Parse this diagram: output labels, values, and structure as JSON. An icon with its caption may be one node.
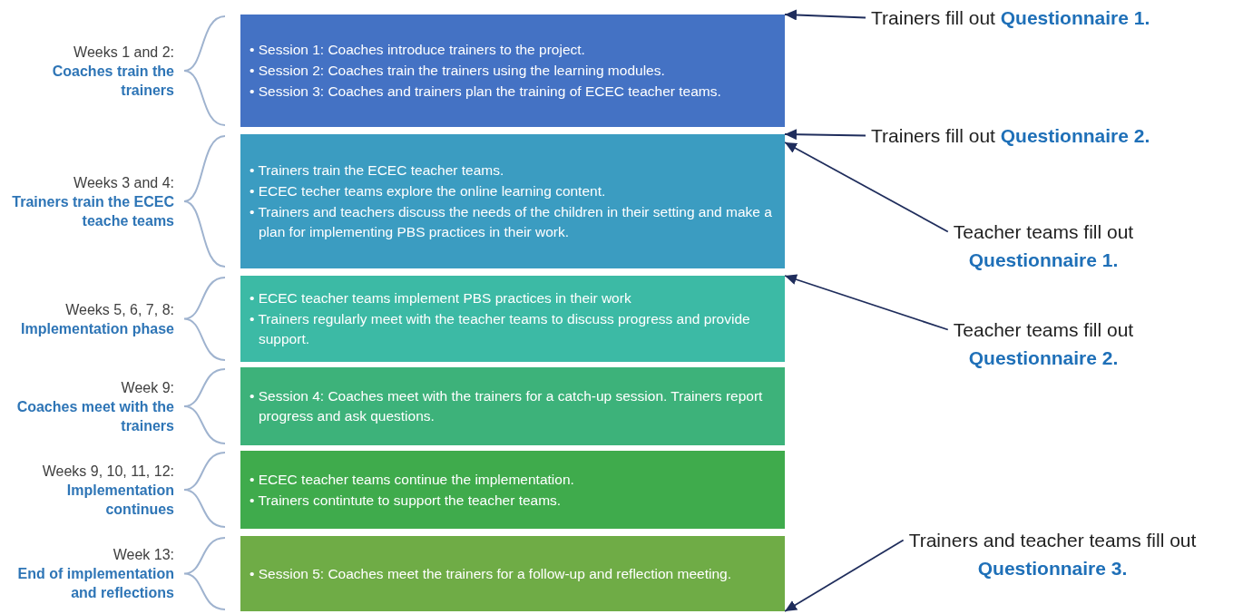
{
  "diagram": {
    "nodes": [
      {
        "text": [
          "• Session 1: Coaches introduce trainers to the project.",
          "• Session 2: Coaches train the trainers using the learning modules.",
          "• Session 3: Coaches and trainers plan the training of ECEC teacher teams."
        ],
        "beside": [
          "Weeks 1 and 2:",
          "Coaches train the trainers"
        ]
      },
      {
        "text": [
          "• Trainers train the ECEC teacher teams.",
          "• ECEC techer teams explore the online learning content.",
          "• Trainers and teachers discuss the needs of the children in their setting and make a plan for implementing PBS practices in their work."
        ],
        "beside": [
          "Weeks 3 and 4:",
          "Trainers train the ECEC teache teams"
        ]
      },
      {
        "text": [
          "• ECEC teacher teams implement PBS practices in their work",
          "• Trainers regularly meet with the teacher teams to discuss progress and provide support."
        ],
        "beside": [
          "Weeks 5, 6, 7, 8:",
          "Implementation phase"
        ]
      },
      {
        "text": [
          "• Session 4: Coaches meet with the trainers for a catch-up session. Trainers report progress and ask questions."
        ],
        "beside": [
          "Week 9:",
          "Coaches meet with the trainers"
        ]
      },
      {
        "text": [
          "• ECEC teacher teams continue the implementation.",
          "• Trainers contintute to support the teacher teams."
        ],
        "beside": [
          "Weeks 9, 10, 11, 12:",
          "Implementation continues"
        ]
      },
      {
        "text": [
          "• Session 5: Coaches meet the trainers for a follow-up and reflection meeting."
        ],
        "beside": [
          "Week 13:",
          "End of implementation and reflections"
        ]
      },
      {
        "text": [
          "Trainers fill out **Questionnaire 1.**"
        ]
      },
      {
        "text": [
          "Trainers fill out **Questionnaire 2.**"
        ]
      },
      {
        "text": [
          "Teacher teams fill out **Questionnaire 1.**"
        ]
      },
      {
        "text": [
          "Teacher teams fill out **Questionnaire 2.**"
        ]
      },
      {
        "text": [
          "Trainers and teacher teams fill out **Questionnaire 3.**"
        ]
      }
    ],
    "edges": [
      {
        "from": 6,
        "to": 0,
        "arrow": "to"
      },
      {
        "from": 7,
        "to": 1,
        "arrow": "to"
      },
      {
        "from": 8,
        "to": 1,
        "arrow": "to"
      },
      {
        "from": 9,
        "to": 2,
        "arrow": "to"
      },
      {
        "from": 10,
        "to": 5,
        "arrow": "to"
      }
    ]
  }
}
